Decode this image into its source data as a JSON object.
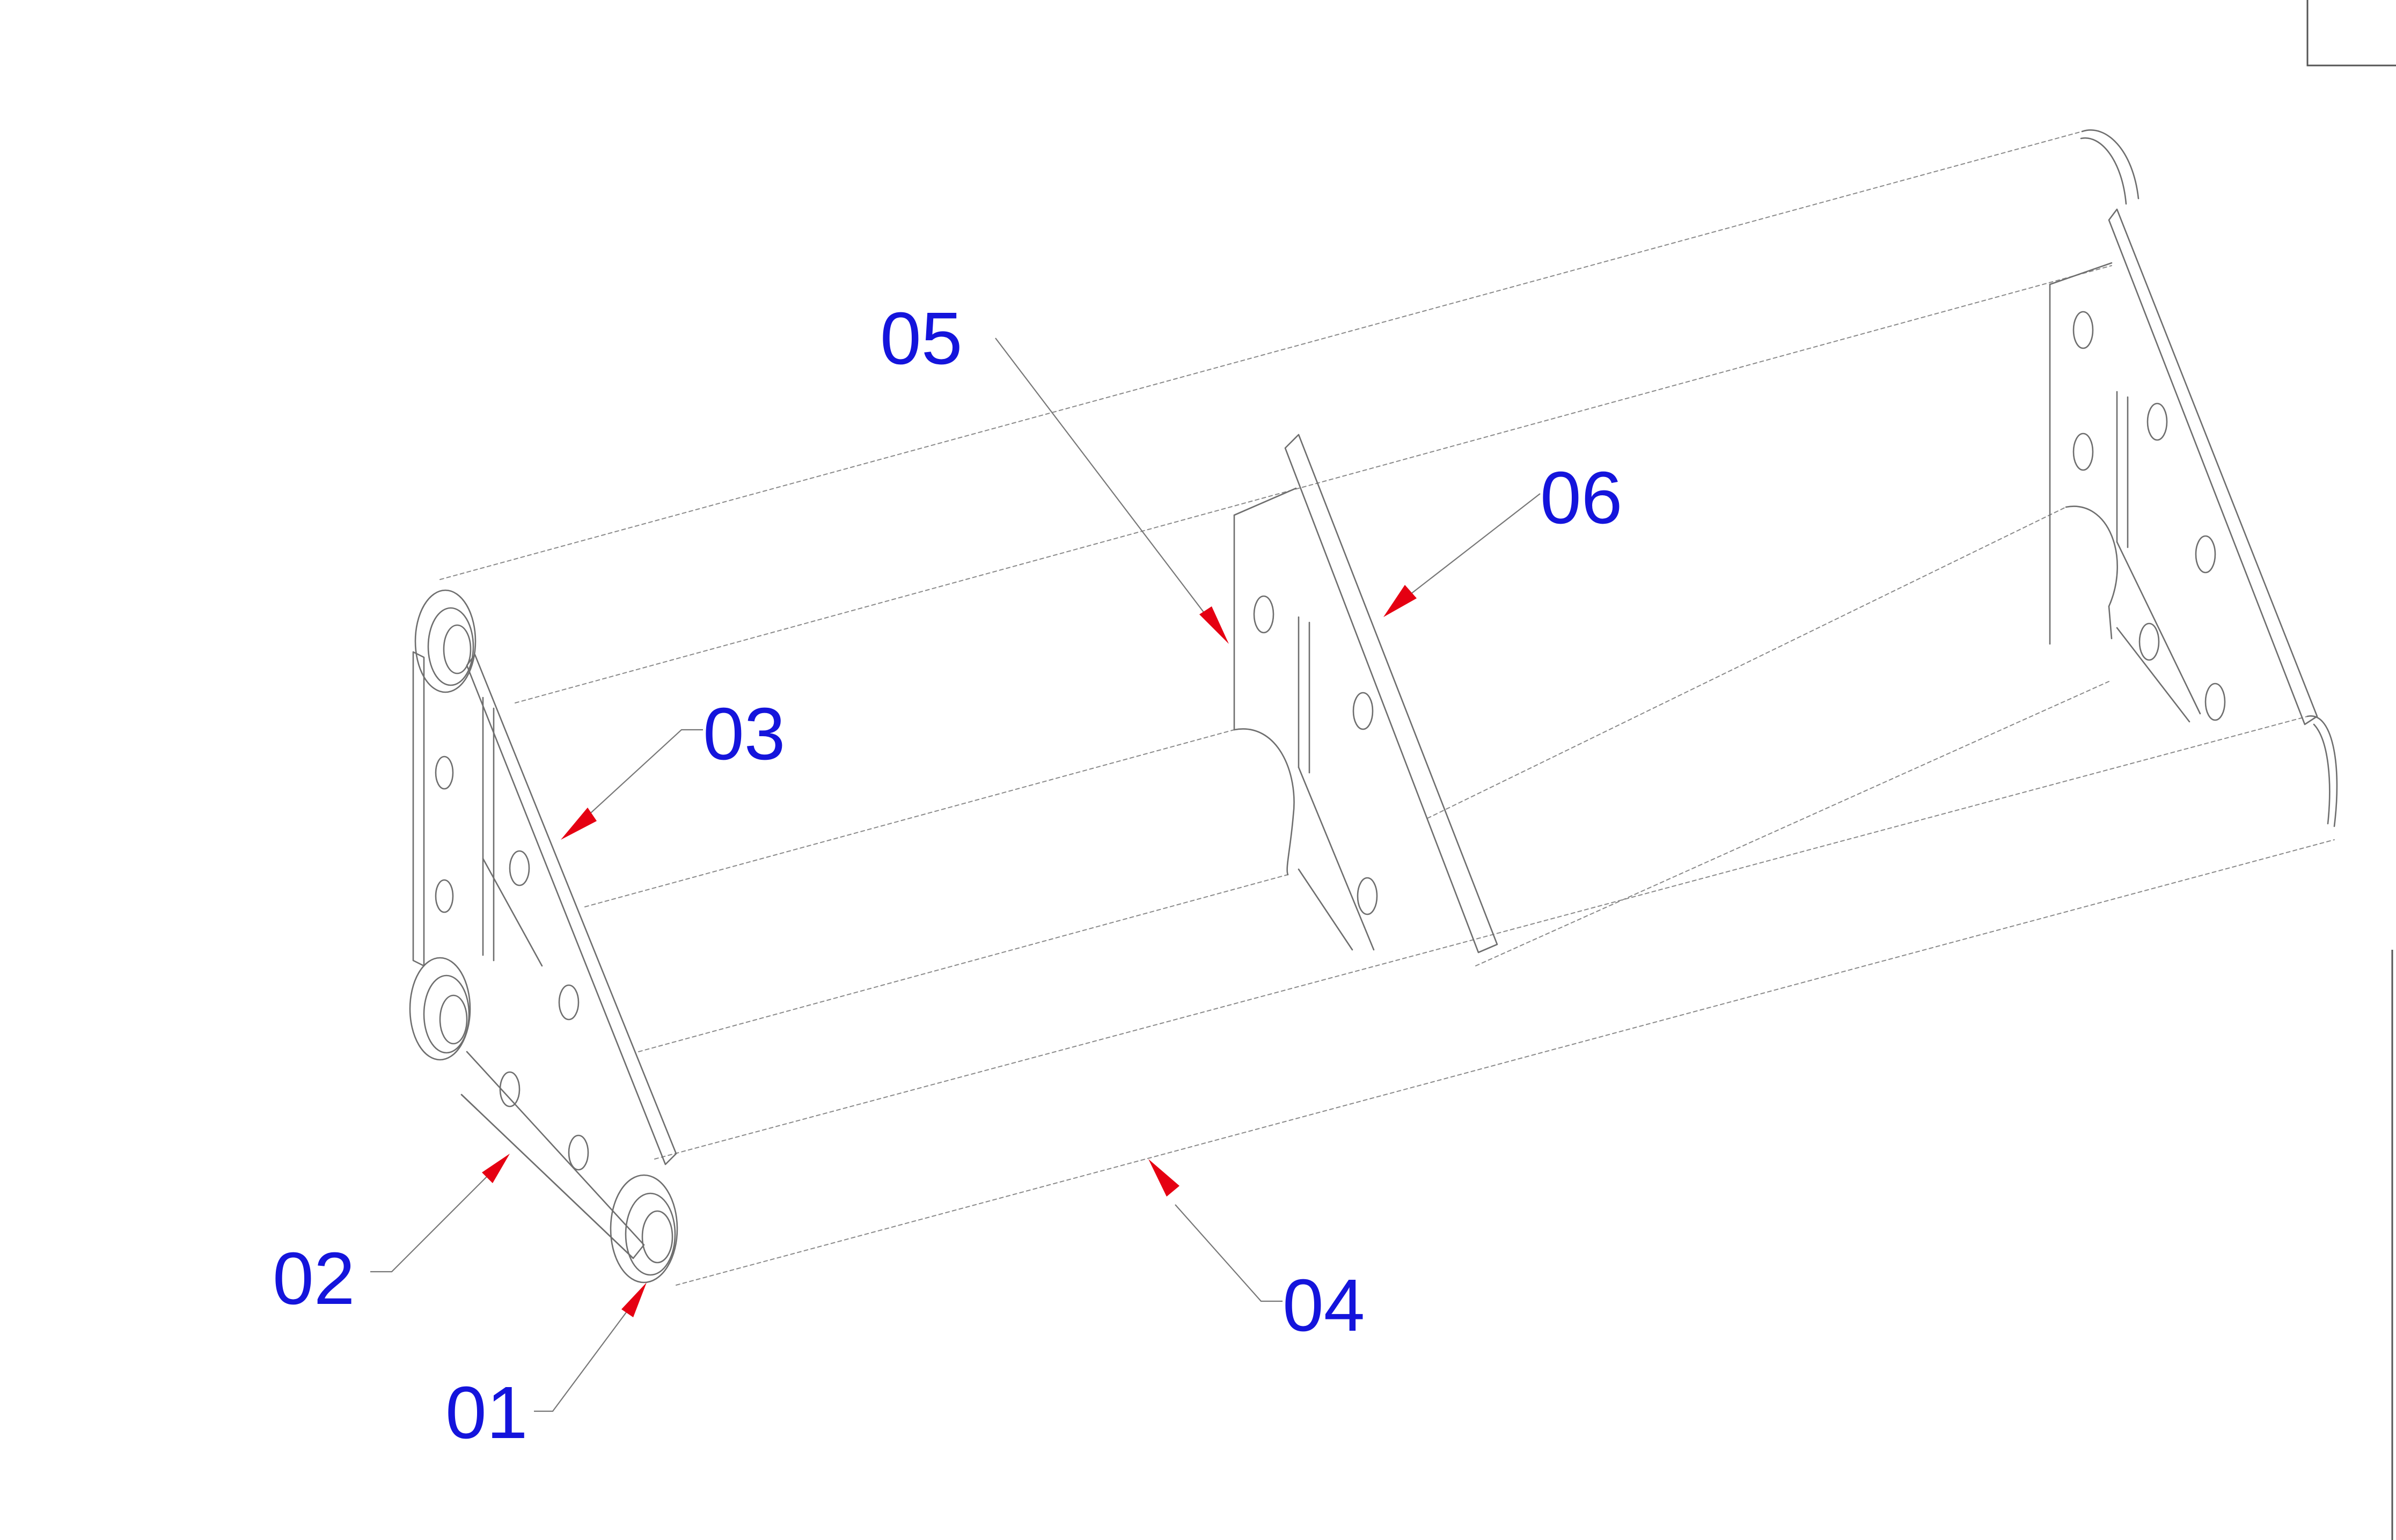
{
  "drawing": {
    "callouts": [
      {
        "id": "01",
        "label": "01"
      },
      {
        "id": "02",
        "label": "02"
      },
      {
        "id": "03",
        "label": "03"
      },
      {
        "id": "04",
        "label": "04"
      },
      {
        "id": "05",
        "label": "05"
      },
      {
        "id": "06",
        "label": "06"
      }
    ],
    "colors": {
      "label": "#1414dc",
      "arrow": "#e50012",
      "line": "#6e6e6e",
      "background": "#ffffff"
    }
  }
}
